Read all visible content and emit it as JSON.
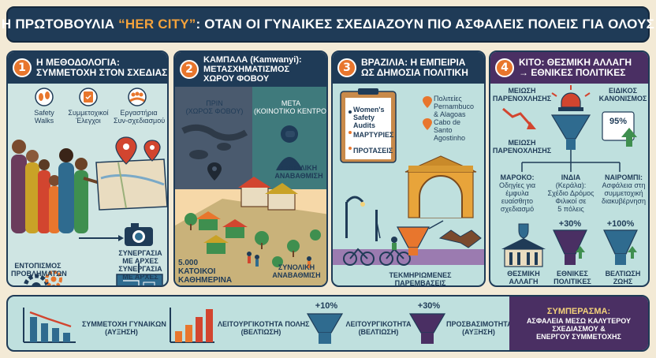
{
  "header": {
    "title_prefix": "Η ΠΡΩΤΟΒΟΥΛΙΑ ",
    "title_highlight": "“HER CITY”",
    "title_suffix": ": ΟΤΑΝ ΟΙ ΓΥΝΑΙΚΕΣ ΣΧΕΔΙΑΖΟΥΝ ΠΙΟ ΑΣΦΑΛΕΙΣ ΠΟΛΕΙΣ ΓΙΑ ΟΛΟΥΣ"
  },
  "colors": {
    "navy": "#1f3b57",
    "orange": "#e8762d",
    "teal_bg": "#bfe0de",
    "sand_bg": "#f6d8a8",
    "purple": "#4a2f63",
    "green": "#3f8f4f",
    "red": "#d2452f"
  },
  "panel1": {
    "number": "1",
    "title_line1": "Η ΜΕΘΟΔΟΛΟΓΙΑ:",
    "title_line2": "ΣΥΜΜΕΤΟΧΗ ΣΤΟΝ ΣΧΕΔΙΑΣΜΟ",
    "tool1_l1": "Safety",
    "tool1_l2": "Walks",
    "tool2_l1": "Συμμετοχικοί",
    "tool2_l2": "Έλεγχοι",
    "tool3_l1": "Εργαστήρια",
    "tool3_l2": "Συν-σχεδιασμού",
    "step1_l1": "ΣΥΝΕΡΓΑΣΙΑ",
    "step1_l2": "ΜΕ ΑΡΧΕΣ",
    "step2_l1": "ΕΝΤΟΠΙΣΜΟΣ",
    "step2_l2": "ΠΡΟΒΛΗΜΑΤΩΝ",
    "step3_l1": "ΣΥΝΕΡΓΑΣΙΑ",
    "step3_l2": "ΜΕ ΑΡΧΕΣ",
    "icons": [
      "footprints-icon",
      "clipboard-check-icon",
      "group-icon",
      "location-pin-icon",
      "camera-icon",
      "gears-icon",
      "blueprint-icon"
    ]
  },
  "panel2": {
    "number": "2",
    "title_line1": "ΚΑΜΠΑΛΑ (Kamwanyi):",
    "title_line2": "ΜΕΤΑΣΧΗΜΑΤΙΣΜΟΣ",
    "title_line3": "ΧΩΡΟΥ ΦΟΒΟΥ",
    "before_l1": "ΠΡΙΝ",
    "before_l2": "(ΧΩΡΟΣ ΦΟΒΟΥ)",
    "after_l1": "ΜΕΤΑ",
    "after_l2": "(ΚΟΙΝΟΤΙΚΟ ΚΕΝΤΡΟ)",
    "upgrade1_l1": "ΣΥΝΟΛΙΚΗ",
    "upgrade1_l2": "ΑΝΑΒΑΘΜΙΣΗ",
    "residents_l1": "5.000",
    "residents_l2": "ΚΑΤΟΙΚΟΙ",
    "residents_l3": "ΚΑΘΗΜΕΡΙΝΑ",
    "upgrade2_l1": "ΣΥΝΟΛΙΚΗ",
    "upgrade2_l2": "ΑΝΑΒΑΘΜΙΣΗ",
    "icons": [
      "location-pin-icon",
      "distressed-person-icon",
      "market-icon",
      "trees-icon"
    ]
  },
  "panel3": {
    "number": "3",
    "title_line1": "ΒΡΑΖΙΛΙΑ: Η ΕΜΠΕΙΡΙΑ",
    "title_line2": "ΩΣ ΔΗΜΟΣΙΑ ΠΟΛΙΤΙΚΗ",
    "clip_l1": "Women's",
    "clip_l2": "Safety",
    "clip_l3": "Audits",
    "clip_l4": "ΜΑΡΤΥΡΙΕΣ",
    "clip_l5": "ΠΡΟΤΑΣΕΙΣ",
    "loc1_l1": "Πολιτείες",
    "loc1_l2": "Pernambuco",
    "loc1_l3": "& Alagoas",
    "loc2_l1": "Cabo de",
    "loc2_l2": "Santo",
    "loc2_l3": "Agostinho",
    "result_l1": "ΤΕΚΜΗΡΙΩΜΕΝΕΣ",
    "result_l2": "ΠΑΡΕΜΒΑΣΕΙΣ",
    "icons": [
      "clipboard-icon",
      "location-pin-icon",
      "arch-gate-icon",
      "street-lamp-icon",
      "bicycle-icon",
      "funnel-icon",
      "handshake-icon"
    ]
  },
  "panel4": {
    "number": "4",
    "title_line1": "ΚΙΤΟ: ΘΕΣΜΙΚΗ ΑΛΛΑΓΗ",
    "title_line2": "→ ΕΘΝΙΚΕΣ ΠΟΛΙΤΙΚΕΣ",
    "red1_l1": "ΜΕΙΩΣΗ",
    "red1_l2": "ΠΑΡΕΝΟΧΛΗΣΗΣ",
    "reg_l1": "ΕΙΔΙΚΟΣ",
    "reg_l2": "ΚΑΝΟΝΙΣΜΟΣ",
    "reg_pct": "95%",
    "red2_l1": "ΜΕΙΩΣΗ",
    "red2_l2": "ΠΑΡΕΝΟΧΛΗΣΗΣ",
    "m_l1": "ΜΑΡΟΚΟ:",
    "m_l2": "Οδηγίες για",
    "m_l3": "έμφυλα",
    "m_l4": "ευαίσθητο",
    "m_l5": "σχεδιασμό",
    "i_l1": "ΙΝΔΙΑ",
    "i_l2": "(Κεράλα):",
    "i_l3": "Σχέδιο Δρόμος",
    "i_l4": "Φιλικοί σε",
    "i_l5": "5 πόλεις",
    "n_l1": "ΝΑΙΡΟΜΠΙ:",
    "n_l2": "Ασφάλεια στη",
    "n_l3": "συμμετοχική",
    "n_l4": "διακυβέρνηση",
    "pct1": "+30%",
    "pct2": "+100%",
    "b1_l1": "ΘΕΣΜΙΚΗ",
    "b1_l2": "ΑΛΛΑΓΗ",
    "b2_l1": "ΕΘΝΙΚΕΣ",
    "b2_l2": "ΠΟΛΙΤΙΚΕΣ",
    "b3_l1": "ΒΕΛΤΙΩΣΗ",
    "b3_l2": "ΖΩΗΣ",
    "icons": [
      "trend-down-icon",
      "siren-icon",
      "funnel-icon",
      "arrow-up-icon",
      "shield-building-icon"
    ]
  },
  "bottom": {
    "m1_l1": "ΣΥΜΜΕΤΟΧΗ ΓΥΝΑΙΚΩΝ",
    "m1_l2": "(ΑΥΞΗΣΗ)",
    "m2_l1": "ΛΕΙΤΟΥΡΓΙΚΟΤΗΤΑ ΠΟΛΗΣ",
    "m2_l2": "(ΒΕΛΤΙΩΣΗ)",
    "m3_pct": "+10%",
    "m3_l1": "ΛΕΙΤΟΥΡΓΙΚΟΤΗΤΑ",
    "m3_l2": "(ΒΕΛΤΙΩΣΗ)",
    "m4_pct": "+30%",
    "m4_l1": "ΠΡΟΣΒΑΣΙΜΟΤΗΤΑ",
    "m4_l2": "(ΑΥΞΗΣΗ)",
    "concl_title": "ΣΥΜΠΕΡΑΣΜΑ:",
    "concl_l1": "ΑΣΦΑΛΕΙΑ ΜΕΣΩ ΚΑΛΥΤΕΡΟΥ",
    "concl_l2": "ΣΧΕΔΙΑΣΜΟΥ &",
    "concl_l3": "ΕΝΕΡΓΟΥ ΣΥΜΜΕΤΟΧΗΣ",
    "icons": [
      "bar-chart-down-icon",
      "bar-chart-up-icon",
      "funnel-icon",
      "funnel-icon"
    ]
  }
}
